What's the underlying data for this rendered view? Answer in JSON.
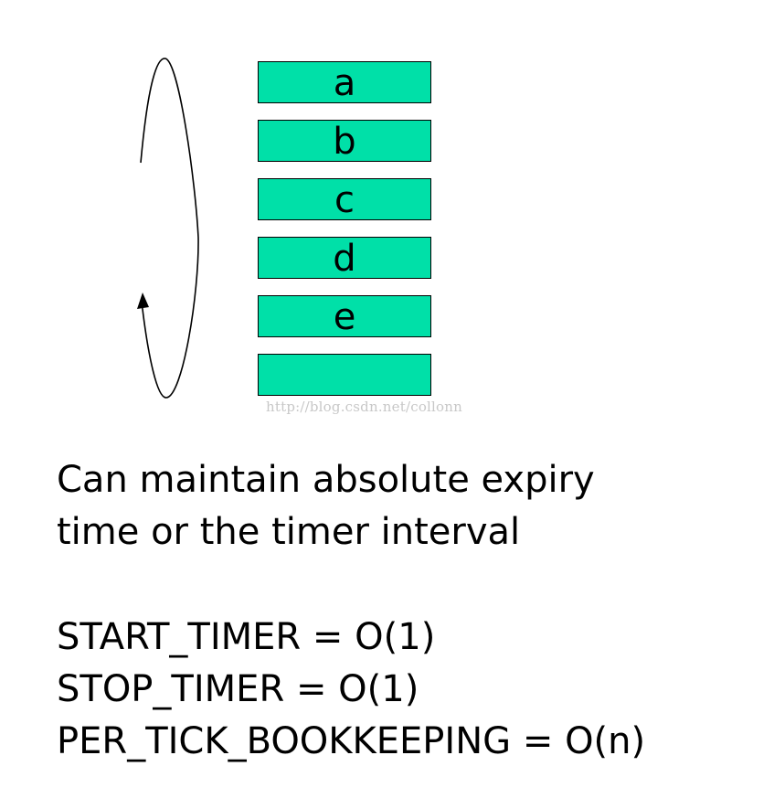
{
  "slots": {
    "labels": [
      "a",
      "b",
      "c",
      "d",
      "e",
      ""
    ],
    "fill_color": "#00e0a8"
  },
  "watermark": "http://blog.csdn.net/collonn",
  "description": {
    "line1": "Can maintain absolute expiry",
    "line2": "time or the timer interval"
  },
  "complexity": {
    "start_timer": "START_TIMER = O(1)",
    "stop_timer": "STOP_TIMER = O(1)",
    "per_tick": "PER_TICK_BOOKKEEPING = O(n)"
  },
  "arrow": {
    "icon": "circular-loop-arrow-icon"
  }
}
